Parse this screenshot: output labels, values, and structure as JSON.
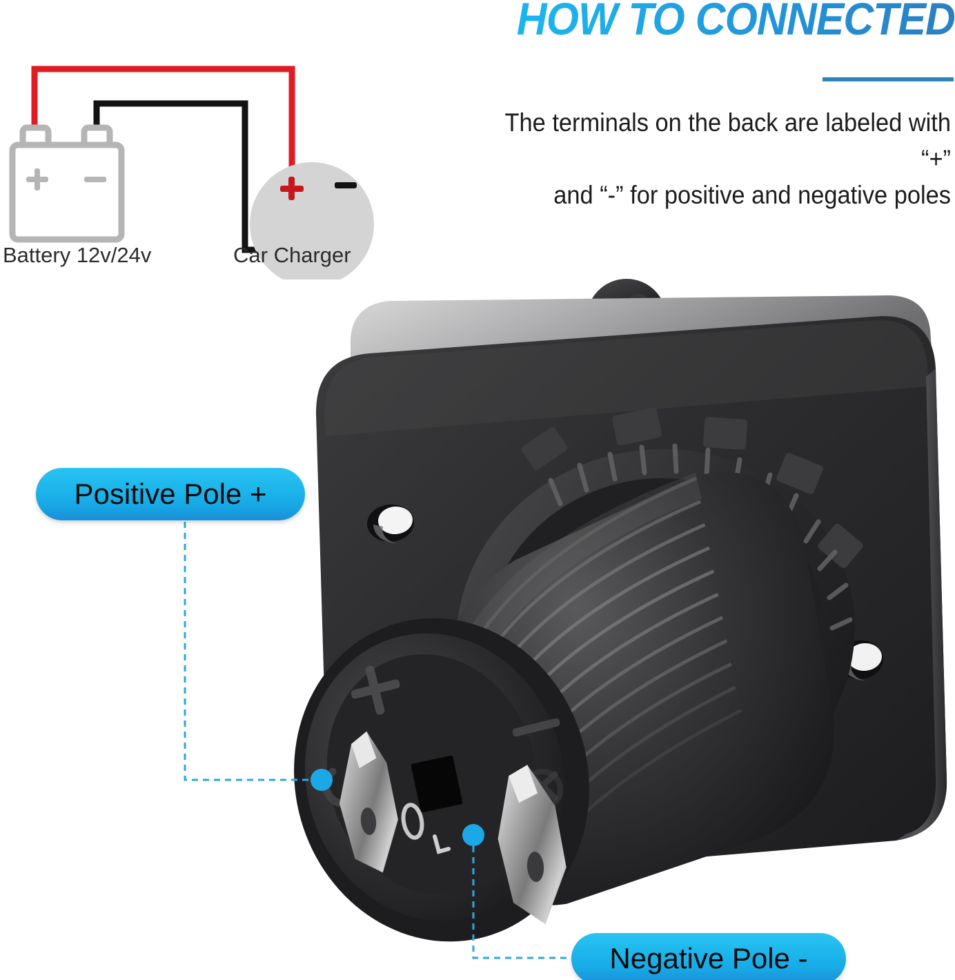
{
  "header": {
    "title": "HOW TO CONNECTED",
    "description_line1": "The terminals on the back are labeled with “+”",
    "description_line2": "and “-” for positive and negative poles",
    "rule_color": "#2b85b8",
    "title_gradient_start": "#1ab9ee",
    "title_gradient_end": "#2b7fc2"
  },
  "diagram": {
    "battery_label": "Battery 12v/24v",
    "charger_label": "Car Charger",
    "battery_positive_symbol": "+",
    "battery_negative_symbol": "−",
    "charger_positive_symbol": "+",
    "charger_negative_symbol": "−",
    "positive_wire_color": "#e01b24",
    "negative_wire_color": "#111111",
    "battery_outline_color": "#b5b5b5",
    "charger_fill_color": "#d4d4d4"
  },
  "callouts": {
    "positive": "Positive Pole +",
    "negative": "Negative Pole -",
    "marker_color": "#1aa8e8",
    "leader_color": "#2aa8e0"
  },
  "product": {
    "faceplate_label": "socket-faceplate",
    "back_plus_marking": "+",
    "back_minus_marking": "−"
  }
}
